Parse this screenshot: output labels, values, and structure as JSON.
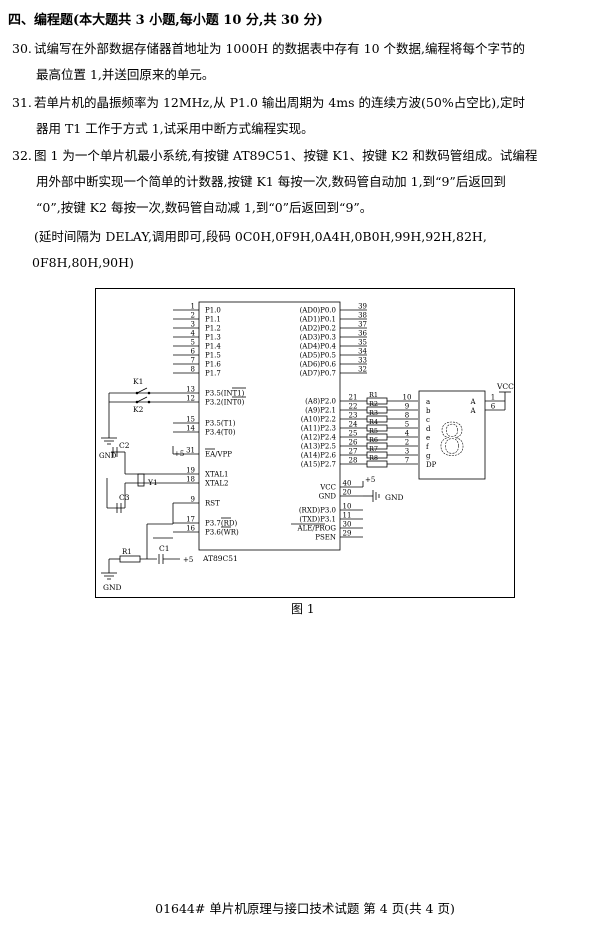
{
  "section": {
    "title": "四、编程题(本大题共 3 小题,每小题 10 分,共 30 分)"
  },
  "questions": [
    {
      "num": "30.",
      "line1": "试编写在外部数据存储器首地址为 1000H 的数据表中存有 10 个数据,编程将每个字节的",
      "line2": "最高位置 1,并送回原来的单元。"
    },
    {
      "num": "31.",
      "line1": "若单片机的晶振频率为 12MHz,从 P1.0 输出周期为 4ms 的连续方波(50%占空比),定时",
      "line2": "器用 T1 工作于方式 1,试采用中断方式编程实现。"
    },
    {
      "num": "32.",
      "line1": "图 1 为一个单片机最小系统,有按键 AT89C51、按键 K1、按键 K2 和数码管组成。试编程",
      "line2": "用外部中断实现一个简单的计数器,按键 K1 每按一次,数码管自动加 1,到“9”后返回到",
      "line3": "“0”,按键 K2 每按一次,数码管自动减 1,到“0”后返回到“9”。"
    }
  ],
  "note": {
    "line1": "(延时间隔为 DELAY,调用即可,段码 0C0H,0F9H,0A4H,0B0H,99H,92H,82H,",
    "line2": "0F8H,80H,90H)"
  },
  "figure": {
    "caption": "图 1",
    "chip_name": "AT89C51",
    "left_pins": [
      {
        "num": "1",
        "name": "P1.0"
      },
      {
        "num": "2",
        "name": "P1.1"
      },
      {
        "num": "3",
        "name": "P1.2"
      },
      {
        "num": "4",
        "name": "P1.3"
      },
      {
        "num": "5",
        "name": "P1.4"
      },
      {
        "num": "6",
        "name": "P1.5"
      },
      {
        "num": "7",
        "name": "P1.6"
      },
      {
        "num": "8",
        "name": "P1.7"
      },
      {
        "num": "13",
        "name": "P3.5(INT1)"
      },
      {
        "num": "12",
        "name": "P3.2(INT0)"
      },
      {
        "num": "15",
        "name": "P3.5(T1)"
      },
      {
        "num": "14",
        "name": "P3.4(T0)"
      },
      {
        "num": "31",
        "name": "EA/VPP"
      },
      {
        "num": "19",
        "name": "XTAL1"
      },
      {
        "num": "18",
        "name": "XTAL2"
      },
      {
        "num": "9",
        "name": "RST"
      },
      {
        "num": "17",
        "name": "P3.7(RD)"
      },
      {
        "num": "16",
        "name": "P3.6(WR)"
      }
    ],
    "right_pins_top": [
      {
        "num": "39",
        "name": "(AD0)P0.0"
      },
      {
        "num": "38",
        "name": "(AD1)P0.1"
      },
      {
        "num": "37",
        "name": "(AD2)P0.2"
      },
      {
        "num": "36",
        "name": "(AD3)P0.3"
      },
      {
        "num": "35",
        "name": "(AD4)P0.4"
      },
      {
        "num": "34",
        "name": "(AD5)P0.5"
      },
      {
        "num": "33",
        "name": "(AD6)P0.6"
      },
      {
        "num": "32",
        "name": "(AD7)P0.7"
      }
    ],
    "right_pins_p2": [
      {
        "num": "21",
        "name": "(A8)P2.0"
      },
      {
        "num": "22",
        "name": "(A9)P2.1"
      },
      {
        "num": "23",
        "name": "(A10)P2.2"
      },
      {
        "num": "24",
        "name": "(A11)P2.3"
      },
      {
        "num": "25",
        "name": "(A12)P2.4"
      },
      {
        "num": "26",
        "name": "(A13)P2.5"
      },
      {
        "num": "27",
        "name": "(A14)P2.6"
      },
      {
        "num": "28",
        "name": "(A15)P2.7"
      }
    ],
    "right_pins_bottom": [
      {
        "num": "40",
        "name": "VCC"
      },
      {
        "num": "20",
        "name": "GND"
      },
      {
        "num": "10",
        "name": "(RXD)P3.0"
      },
      {
        "num": "11",
        "name": "(TXD)P3.1"
      },
      {
        "num": "30",
        "name": "ALE/PROG"
      },
      {
        "num": "29",
        "name": "PSEN"
      }
    ],
    "resistors": [
      "R1",
      "R2",
      "R3",
      "R4",
      "R5",
      "R6",
      "R7",
      "R8"
    ],
    "seg_pins": [
      "10",
      "9",
      "8",
      "5",
      "4",
      "2",
      "3",
      "7"
    ],
    "seg_names": [
      "a",
      "b",
      "c",
      "d",
      "e",
      "f",
      "g",
      "DP"
    ],
    "display_pins": [
      "1",
      "6"
    ],
    "display_common": [
      "A",
      "A"
    ],
    "display_digit": "8",
    "vcc": "VCC",
    "gnd": "GND",
    "plus5": "+5",
    "k1": "K1",
    "k2": "K2",
    "c1": "C1",
    "c2": "C2",
    "c3": "C3",
    "y1": "Y1",
    "r1": "R1"
  },
  "footer": "01644# 单片机原理与接口技术试题 第 4 页(共 4 页)"
}
